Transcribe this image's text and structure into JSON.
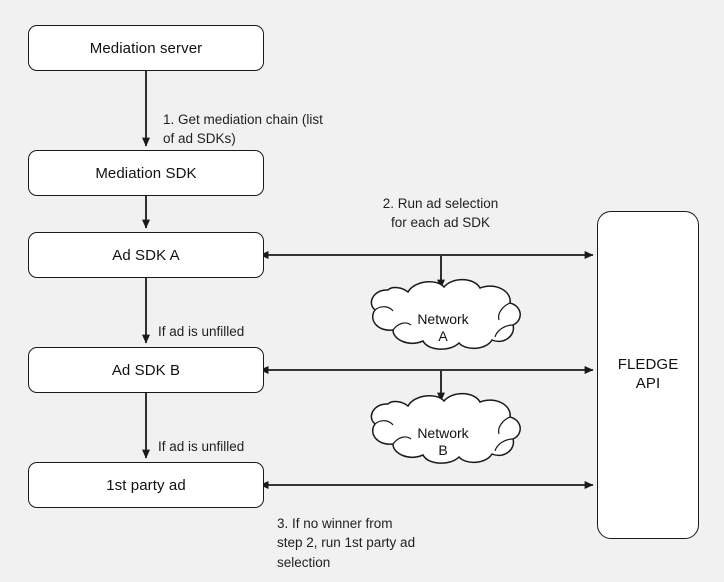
{
  "diagram": {
    "title_context": "Mediation with FLEDGE API ad selection flow",
    "background_color": "#f1f1f1",
    "node_fill": "#ffffff",
    "stroke_color": "#1a1a1a",
    "text_color": "#111111"
  },
  "nodes": {
    "mediation_server": "Mediation server",
    "mediation_sdk": "Mediation SDK",
    "ad_sdk_a": "Ad SDK A",
    "ad_sdk_b": "Ad SDK B",
    "first_party_ad": "1st party ad",
    "fledge_api": "FLEDGE\nAPI",
    "network_a": "Network\nA",
    "network_b": "Network\nB"
  },
  "labels": {
    "step1": "1. Get mediation chain (list\nof ad SDKs)",
    "step2": "2. Run ad selection\nfor each ad SDK",
    "step3": "3. If no winner from\nstep 2, run 1st party ad\nselection",
    "unfilled_a": "If ad is unfilled",
    "unfilled_b": "If ad is unfilled"
  },
  "connections": [
    {
      "from": "mediation_server",
      "to": "mediation_sdk",
      "label": "1. Get mediation chain (list of ad SDKs)",
      "direction": "down"
    },
    {
      "from": "mediation_sdk",
      "to": "ad_sdk_a",
      "label": "",
      "direction": "down"
    },
    {
      "from": "ad_sdk_a",
      "to": "ad_sdk_b",
      "label": "If ad is unfilled",
      "direction": "down"
    },
    {
      "from": "ad_sdk_b",
      "to": "first_party_ad",
      "label": "If ad is unfilled",
      "direction": "down"
    },
    {
      "from": "fledge_api",
      "to": "ad_sdk_a",
      "label": "2. Run ad selection for each ad SDK",
      "direction": "bidirectional-with-branch",
      "branch_to": "network_a"
    },
    {
      "from": "fledge_api",
      "to": "ad_sdk_b",
      "label": "",
      "direction": "bidirectional-with-branch",
      "branch_to": "network_b"
    },
    {
      "from": "fledge_api",
      "to": "first_party_ad",
      "label": "3. If no winner from step 2, run 1st party ad selection",
      "direction": "bidirectional"
    }
  ]
}
